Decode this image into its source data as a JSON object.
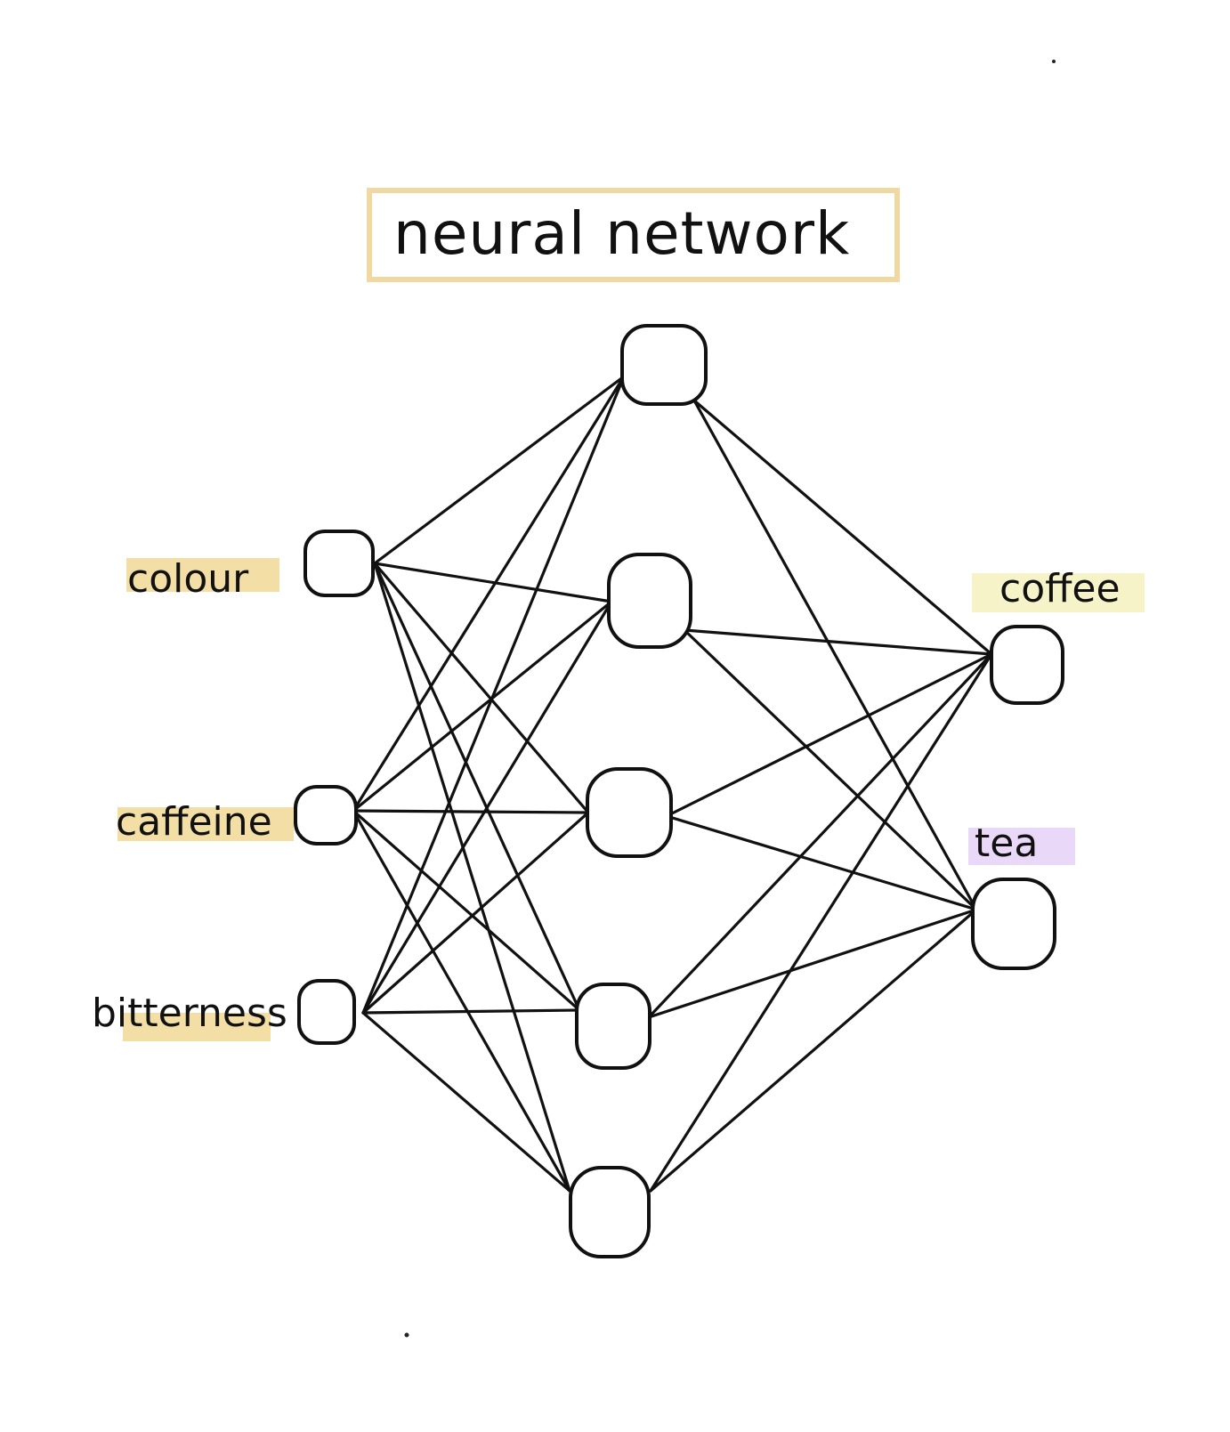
{
  "title": "neural network",
  "colors": {
    "ink": "#111111",
    "title_box": "#f1d8a1",
    "label_colour": "#f3dfa6",
    "label_caffeine": "#f3dfa6",
    "label_bitterness": "#f3dfa6",
    "label_coffee": "#f6f3c9",
    "label_tea": "#e9d8f7"
  },
  "input_layer": [
    {
      "label": "colour"
    },
    {
      "label": "caffeine"
    },
    {
      "label": "bitterness"
    }
  ],
  "hidden_layer": [
    {
      "label": ""
    },
    {
      "label": ""
    },
    {
      "label": ""
    },
    {
      "label": ""
    },
    {
      "label": ""
    }
  ],
  "output_layer": [
    {
      "label": "coffee"
    },
    {
      "label": "tea"
    }
  ]
}
